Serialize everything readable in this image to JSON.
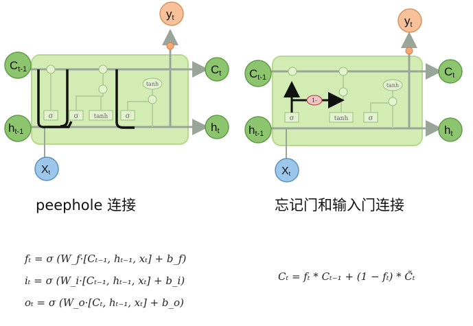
{
  "left_cell": {
    "c_in": "C",
    "c_in_sub": "t-1",
    "h_in": "h",
    "h_in_sub": "t-1",
    "c_out": "C",
    "c_out_sub": "t",
    "h_out": "h",
    "h_out_sub": "t",
    "x": "X",
    "x_sub": "t",
    "y": "y",
    "y_sub": "t",
    "gates": [
      "σ",
      "σ",
      "tanh",
      "σ"
    ],
    "tanh_top": "tanh",
    "caption": "peephole 连接"
  },
  "right_cell": {
    "c_in": "C",
    "c_in_sub": "t-1",
    "h_in": "h",
    "h_in_sub": "t-1",
    "c_out": "C",
    "c_out_sub": "t",
    "h_out": "h",
    "h_out_sub": "t",
    "x": "X",
    "x_sub": "t",
    "y": "y",
    "y_sub": "t",
    "gates": [
      "σ",
      "tanh",
      "σ"
    ],
    "tanh_top": "tanh",
    "one_minus": "1-",
    "caption": "忘记门和输入门连接"
  },
  "equations": {
    "f": "fₜ = σ (W_f·[Cₜ₋₁, hₜ₋₁, xₜ]  +  b_f)",
    "i": "iₜ = σ (W_i·[Cₜ₋₁, hₜ₋₁, xₜ]  +  b_i)",
    "o": "oₜ = σ (W_o·[Cₜ, hₜ₋₁, xₜ]  +  b_o)",
    "c": "Cₜ = fₜ * Cₜ₋₁ + (1 − fₜ) * C̃ₜ"
  },
  "colors": {
    "cell_fill": "#d3ecb4",
    "cell_stroke": "#b7d98e",
    "node_green": "#8cc56e",
    "node_blue": "#9cc6ea",
    "node_orange": "#f7c19a",
    "arrow_gray": "#9aa59a",
    "peephole": "#111111"
  }
}
